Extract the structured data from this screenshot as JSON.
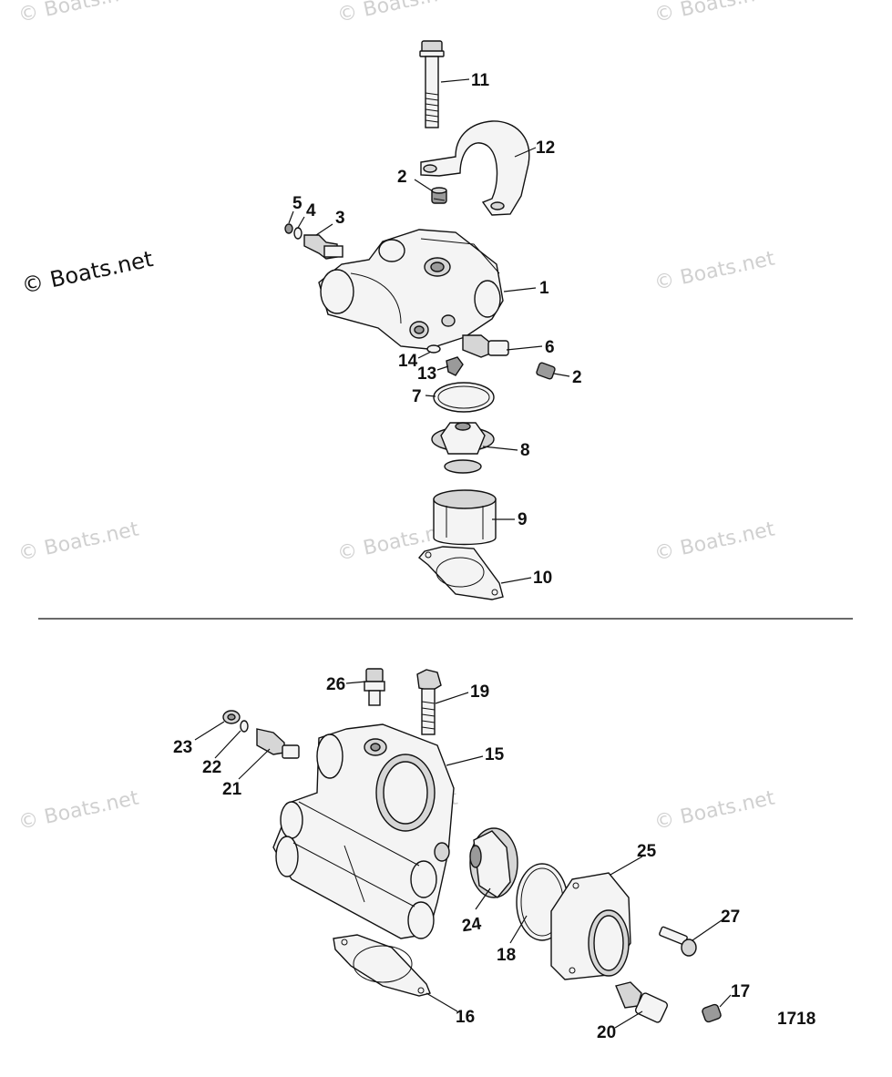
{
  "watermark": {
    "text": "© Boats.net",
    "main_text": "© Boats.net"
  },
  "reference_code": "1718",
  "callouts": {
    "c11": "11",
    "c12": "12",
    "c2a": "2",
    "c5": "5",
    "c4": "4",
    "c3": "3",
    "c1": "1",
    "c6": "6",
    "c14": "14",
    "c13": "13",
    "c2b": "2",
    "c7": "7",
    "c8": "8",
    "c9": "9",
    "c10": "10",
    "c26": "26",
    "c19": "19",
    "c23": "23",
    "c22": "22",
    "c21": "21",
    "c15": "15",
    "c25": "25",
    "c24": "24",
    "c18": "18",
    "c27": "27",
    "c16": "16",
    "c17": "17",
    "c20": "20"
  }
}
